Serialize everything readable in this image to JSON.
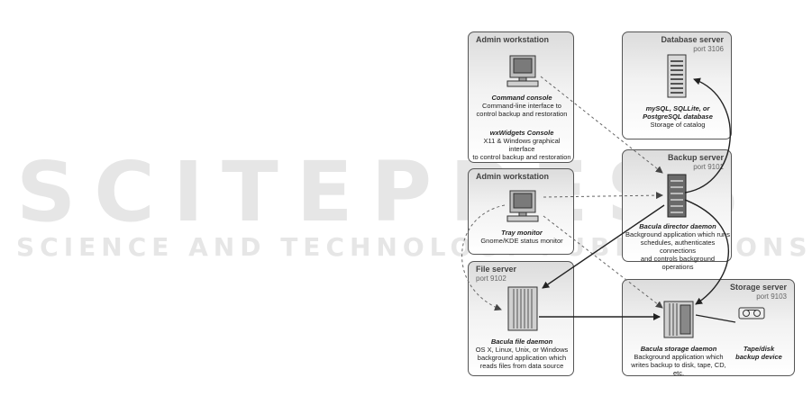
{
  "watermark": {
    "big": "SCITEPRESS",
    "small": "SCIENCE AND TECHNOLOGY PUBLICATIONS"
  },
  "admin_workstation_1": {
    "title": "Admin workstation",
    "command_console": {
      "title": "Command console",
      "lines": [
        "Command-line interface to",
        "control backup and restoration"
      ]
    },
    "wx_console": {
      "title": "wxWidgets Console",
      "lines": [
        "X11 & Windows graphical interface",
        "to control backup and restoration"
      ]
    }
  },
  "database_server": {
    "title": "Database server",
    "port": "port 3106",
    "caption": {
      "title": "mySQL, SQLLite, or",
      "title2": "PostgreSQL database",
      "lines": [
        "Storage of catalog"
      ]
    }
  },
  "admin_workstation_2": {
    "title": "Admin workstation",
    "tray": {
      "title": "Tray monitor",
      "lines": [
        "Gnome/KDE status monitor"
      ]
    }
  },
  "backup_server": {
    "title": "Backup server",
    "port": "port 9101",
    "caption": {
      "title": "Bacula director daemon",
      "lines": [
        "Background application which runs",
        "schedules, authenticates connections",
        "and controls background operations"
      ]
    }
  },
  "file_server": {
    "title": "File server",
    "port": "port 9102",
    "caption": {
      "title": "Bacula file daemon",
      "lines": [
        "OS X, Linux, Unix, or Windows",
        "background application which",
        "reads files from data source"
      ]
    }
  },
  "storage_server": {
    "title": "Storage server",
    "port": "port 9103",
    "caption": {
      "title": "Bacula storage daemon",
      "lines": [
        "Background application which",
        "writes backup to disk, tape, CD, etc."
      ]
    },
    "device": {
      "title": "Tape/disk",
      "title2": "backup device"
    }
  },
  "colors": {
    "border": "#555555",
    "arrow": "#222222",
    "dashed": "#666666",
    "watermark": "#e6e6e6"
  }
}
